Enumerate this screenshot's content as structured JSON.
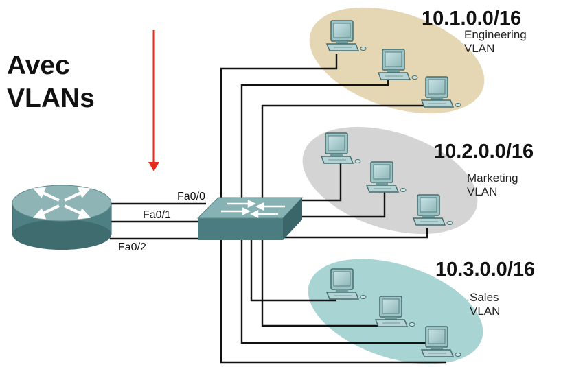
{
  "title": {
    "line1": "Avec",
    "line2": "VLANs"
  },
  "ports": [
    "Fa0/0",
    "Fa0/1",
    "Fa0/2"
  ],
  "vlans": [
    {
      "network": "10.1.0.0/16",
      "name_line1": "Engineering",
      "name_line2": "VLAN",
      "color": "#e5d7b4"
    },
    {
      "network": "10.2.0.0/16",
      "name_line1": "Marketing",
      "name_line2": "VLAN",
      "color": "#d4d4d4"
    },
    {
      "network": "10.3.0.0/16",
      "name_line1": "Sales",
      "name_line2": "VLAN",
      "color": "#a8d4d4"
    }
  ],
  "colors": {
    "arrow": "#e62b1e",
    "device": "#5e8e90",
    "link": "#111111"
  },
  "icons": [
    "router-icon",
    "switch-icon",
    "pc-icon"
  ]
}
